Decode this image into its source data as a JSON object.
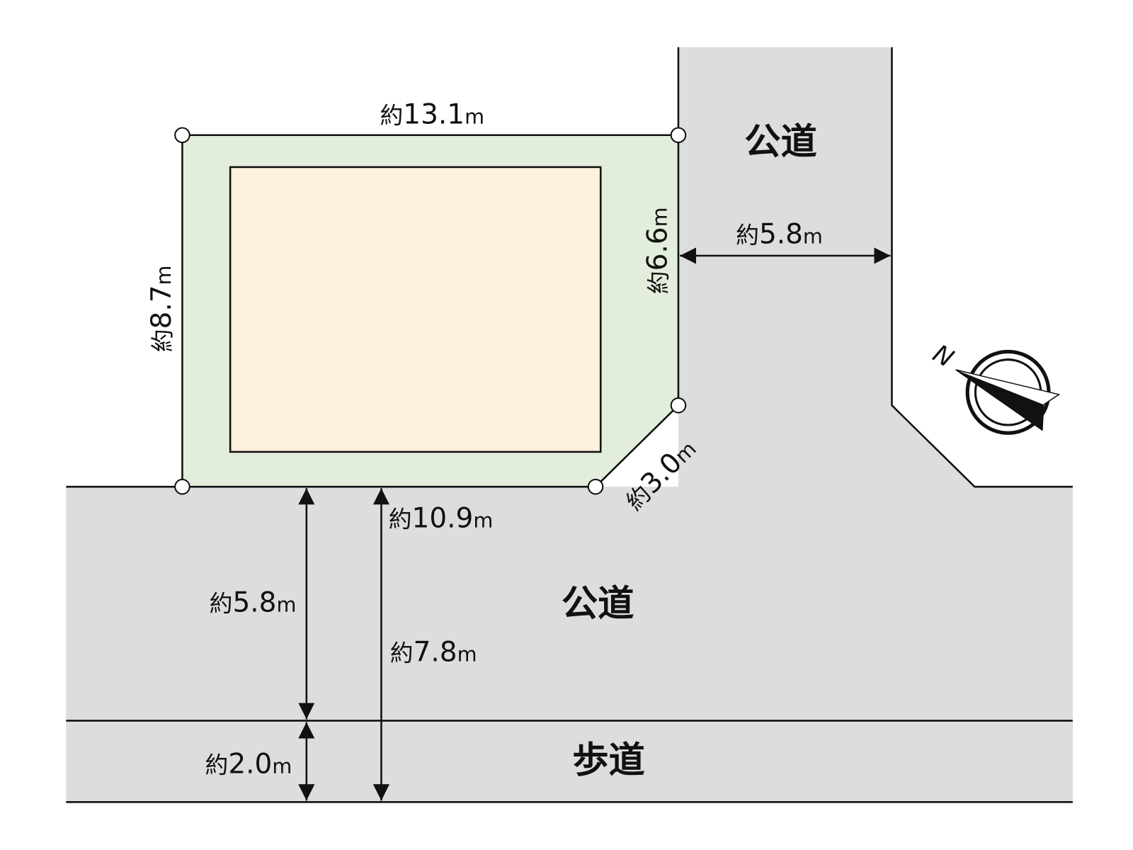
{
  "colors": {
    "road": "#dcdddd",
    "lot": "#e2eedb",
    "building": "#fdf0dd",
    "line": "#111111"
  },
  "labels": {
    "prefix": "約",
    "unit": "m",
    "top_edge": "13.1",
    "left_edge": "8.7",
    "right_edge": "6.6",
    "corner_cut": "3.0",
    "bottom_edge": "10.9",
    "east_road_width": "5.8",
    "south_road_width": "5.8",
    "sidewalk_width": "2.0",
    "total_width": "7.8"
  },
  "areas": {
    "east_road": "公道",
    "south_road": "公道",
    "sidewalk": "歩道"
  },
  "compass": {
    "north_label": "N",
    "icon": "north-arrow-icon"
  }
}
